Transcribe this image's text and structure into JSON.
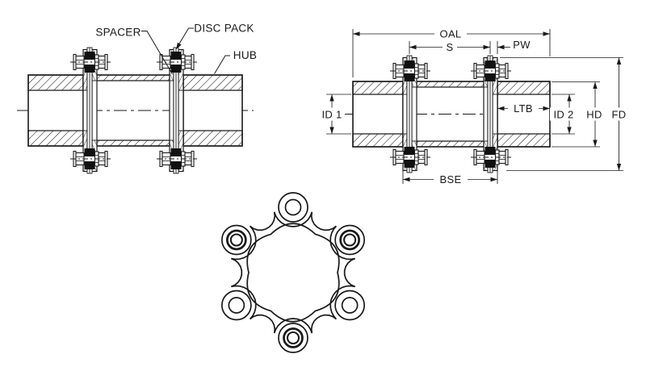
{
  "drawing": {
    "part_labels": {
      "spacer": "SPACER",
      "disc_pack": "DISC PACK",
      "hub": "HUB"
    },
    "dimension_labels": {
      "oal": "OAL",
      "s": "S",
      "pw": "PW",
      "id1": "ID 1",
      "ltb": "LTB",
      "id2": "ID 2",
      "hd": "HD",
      "fd": "FD",
      "bse": "BSE"
    },
    "colors": {
      "line": "#1a1a1a",
      "background": "#ffffff",
      "disc_pack_fill": "#111111"
    }
  }
}
